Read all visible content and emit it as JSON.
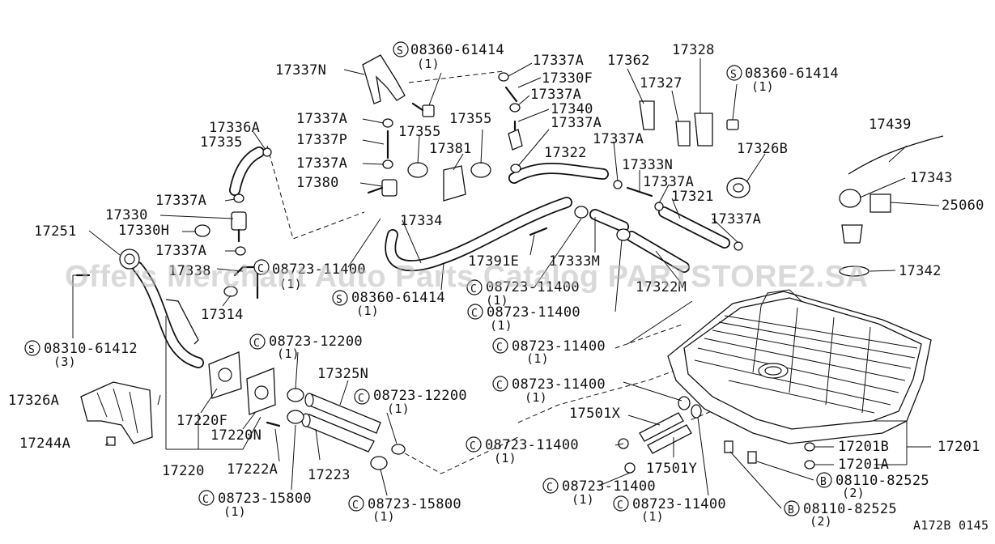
{
  "labels": {
    "p17337N": "17337N",
    "s1_code": "08360-61414",
    "s1_qty": "(1)",
    "p17337A_1": "17337A",
    "p17330F": "17330F",
    "p17337A_2": "17337A",
    "p17340": "17340",
    "p17362": "17362",
    "p17328": "17328",
    "p17327": "17327",
    "s2_code": "08360-61414",
    "s2_qty": "(1)",
    "p17337A_3": "17337A",
    "p17336A": "17336A",
    "p17335": "17335",
    "p17337P": "17337P",
    "p17355_1": "17355",
    "p17355_2": "17355",
    "p17337A_4": "17337A",
    "p17381": "17381",
    "p17337A_5": "17337A",
    "p17322": "17322",
    "p17337A_6": "17337A",
    "p17326B": "17326B",
    "p17439": "17439",
    "p17380": "17380",
    "p17333N": "17333N",
    "p17337A_7": "17337A",
    "p17343": "17343",
    "p17337A_8": "17337A",
    "p17330": "17330",
    "p17321": "17321",
    "p25060": "25060",
    "p17330H": "17330H",
    "p17334": "17334",
    "p17337A_9": "17337A",
    "p17251": "17251",
    "p17337A_10": "17337A",
    "c1_code": "08723-11400",
    "c1_qty": "(1)",
    "p17391E": "17391E",
    "p17333M": "17333M",
    "p17342": "17342",
    "p17338": "17338",
    "p17322M": "17322M",
    "c2_code": "08723-11400",
    "c2_qty": "(1)",
    "p17314": "17314",
    "s3_code": "08360-61414",
    "s3_qty": "(1)",
    "c3_code": "08723-11400",
    "c3_qty": "(1)",
    "s4_code": "08310-61412",
    "s4_qty": "(3)",
    "c4_code": "08723-12200",
    "c4_qty": "(1)",
    "c5_code": "08723-11400",
    "c5_qty": "(1)",
    "p17325N": "17325N",
    "c6_code": "08723-11400",
    "c6_qty": "(1)",
    "p17326A": "17326A",
    "c7_code": "08723-12200",
    "c7_qty": "(1)",
    "p17501X": "17501X",
    "p17220F": "17220F",
    "p17220N": "17220N",
    "p17244A": "17244A",
    "c8_code": "08723-11400",
    "c8_qty": "(1)",
    "p17201B": "17201B",
    "p17201": "17201",
    "p17220": "17220",
    "p17222A": "17222A",
    "p17223": "17223",
    "p17501Y": "17501Y",
    "p17201A": "17201A",
    "b1_code": "08110-82525",
    "b1_qty": "(2)",
    "c9_code": "08723-11400",
    "c9_qty": "(1)",
    "c10_code": "08723-15800",
    "c10_qty": "(1)",
    "c11_code": "08723-15800",
    "c11_qty": "(1)",
    "c12_code": "08723-11400",
    "c12_qty": "(1)",
    "b2_code": "08110-82525",
    "b2_qty": "(2)",
    "diagram_id": "A172B 0145"
  },
  "prefix_codes": {
    "screw": "S",
    "clamp": "C",
    "bolt": "B"
  },
  "watermark": "Offers Merchant Auto Parts Catalog PARTSTORE2.SA"
}
